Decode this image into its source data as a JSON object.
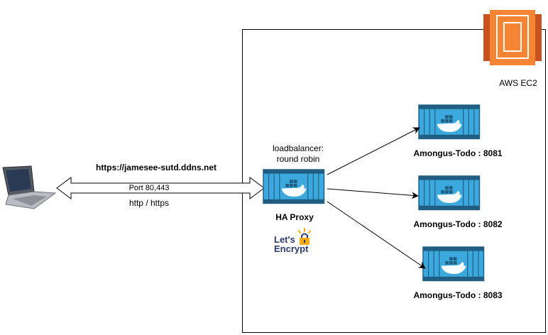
{
  "ec2": {
    "label": "AWS EC2"
  },
  "client": {
    "url": "https://jamesee-sutd.ddns.net",
    "port_label": "Port 80,443",
    "protocol_label": "http / https"
  },
  "proxy": {
    "annotation_line1": "loadbalancer:",
    "annotation_line2": "round robin",
    "label": "HA Proxy",
    "cert_line1": "Let's",
    "cert_line2": "Encrypt"
  },
  "backends": [
    {
      "label": "Amongus-Todo : 8081"
    },
    {
      "label": "Amongus-Todo : 8082"
    },
    {
      "label": "Amongus-Todo : 8083"
    }
  ],
  "colors": {
    "aws_orange": "#F58534",
    "aws_orange_dark": "#C7511F",
    "container_blue": "#3BA9DD",
    "container_dark": "#1F5D82",
    "letsencrypt_navy": "#2C3C6F",
    "letsencrypt_yellow": "#F5AA19"
  }
}
